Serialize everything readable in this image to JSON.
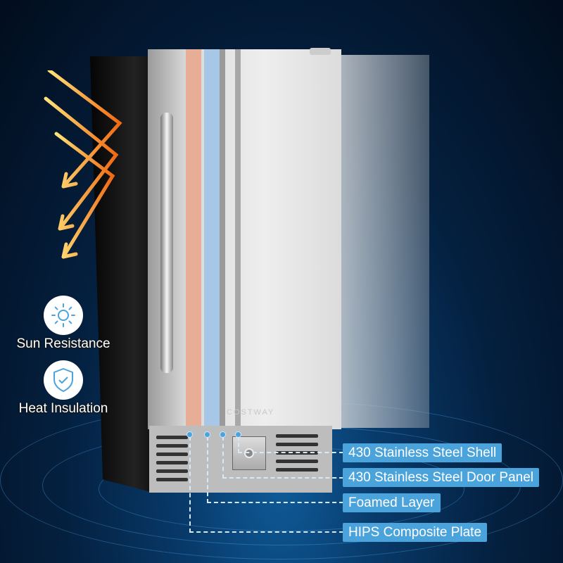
{
  "brand": "COSTWAY",
  "features": [
    {
      "label": "Sun Resistance",
      "icon": "sun-icon"
    },
    {
      "label": "Heat Insulation",
      "icon": "shield-check-icon"
    }
  ],
  "layers": [
    {
      "label": "430 Stainless Steel Shell"
    },
    {
      "label": "430 Stainless Steel Door Panel"
    },
    {
      "label": "Foamed Layer"
    },
    {
      "label": "HIPS Composite Plate"
    }
  ],
  "colors": {
    "label_bg": "#4ba3dc",
    "heat_arrow": "#f07a1a",
    "foam_stripe": "#a9c9e6",
    "hips_stripe": "#e9a58a"
  }
}
